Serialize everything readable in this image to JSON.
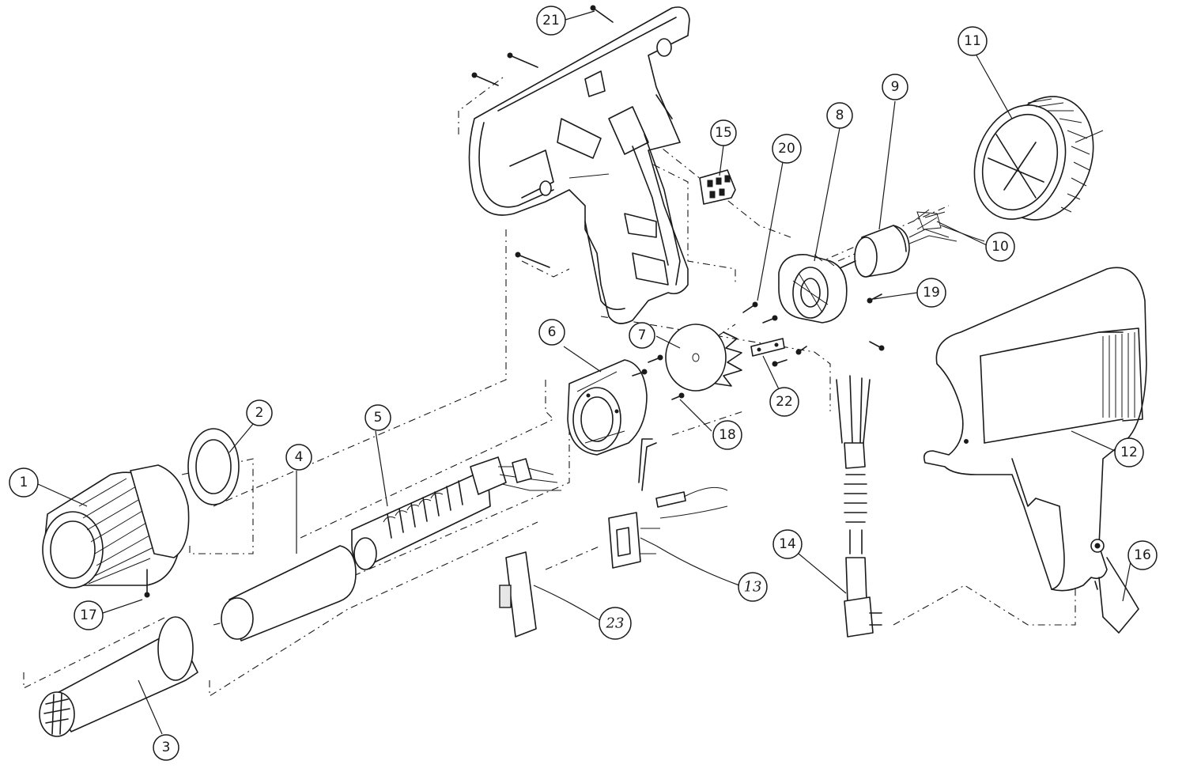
{
  "diagram": {
    "type": "exploded-parts-diagram",
    "line_color": "#1a1a1a",
    "background": "#ffffff",
    "parts": [
      {
        "id": "1",
        "label": "1"
      },
      {
        "id": "2",
        "label": "2"
      },
      {
        "id": "3",
        "label": "3"
      },
      {
        "id": "4",
        "label": "4"
      },
      {
        "id": "5",
        "label": "5"
      },
      {
        "id": "6",
        "label": "6"
      },
      {
        "id": "7",
        "label": "7"
      },
      {
        "id": "8",
        "label": "8"
      },
      {
        "id": "9",
        "label": "9"
      },
      {
        "id": "10",
        "label": "10"
      },
      {
        "id": "11",
        "label": "11"
      },
      {
        "id": "12",
        "label": "12"
      },
      {
        "id": "13",
        "label": "13"
      },
      {
        "id": "14",
        "label": "14"
      },
      {
        "id": "15",
        "label": "15"
      },
      {
        "id": "16",
        "label": "16"
      },
      {
        "id": "17",
        "label": "17"
      },
      {
        "id": "18",
        "label": "18"
      },
      {
        "id": "19",
        "label": "19"
      },
      {
        "id": "20",
        "label": "20"
      },
      {
        "id": "21",
        "label": "21"
      },
      {
        "id": "22",
        "label": "22"
      },
      {
        "id": "23",
        "label": "23"
      }
    ]
  }
}
